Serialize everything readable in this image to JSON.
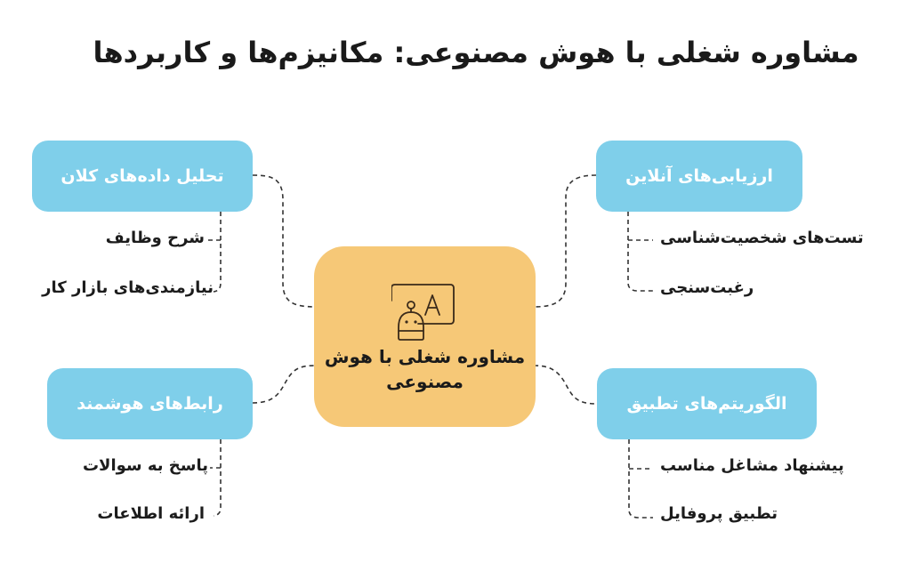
{
  "title": "مشاوره شغلی با هوش مصنوعی: مکانیزم‌ها و کاربردها",
  "center": {
    "label": "مشاوره شغلی با هوش مصنوعی",
    "icon": "robot-with-letter-a-board-icon",
    "color": "#f6c877"
  },
  "colors": {
    "branch_fill": "#7fcfea",
    "branch_text": "#ffffff",
    "connector": "#333333",
    "leaf_text": "#1c1c1c"
  },
  "branches": [
    {
      "label": "تحلیل داده‌های کلان",
      "position": "top-left",
      "leaves": [
        "شرح وظایف",
        "نیازمندی‌های بازار کار"
      ]
    },
    {
      "label": "ارزیابی‌های آنلاین",
      "position": "top-right",
      "leaves": [
        "تست‌های شخصیت‌شناسی",
        "رغبت‌سنجی"
      ]
    },
    {
      "label": "رابط‌های هوشمند",
      "position": "bottom-left",
      "leaves": [
        "پاسخ به سوالات",
        "ارائه اطلاعات"
      ]
    },
    {
      "label": "الگوریتم‌های تطبیق",
      "position": "bottom-right",
      "leaves": [
        "پیشنهاد مشاغل مناسب",
        "تطبیق پروفایل"
      ]
    }
  ]
}
